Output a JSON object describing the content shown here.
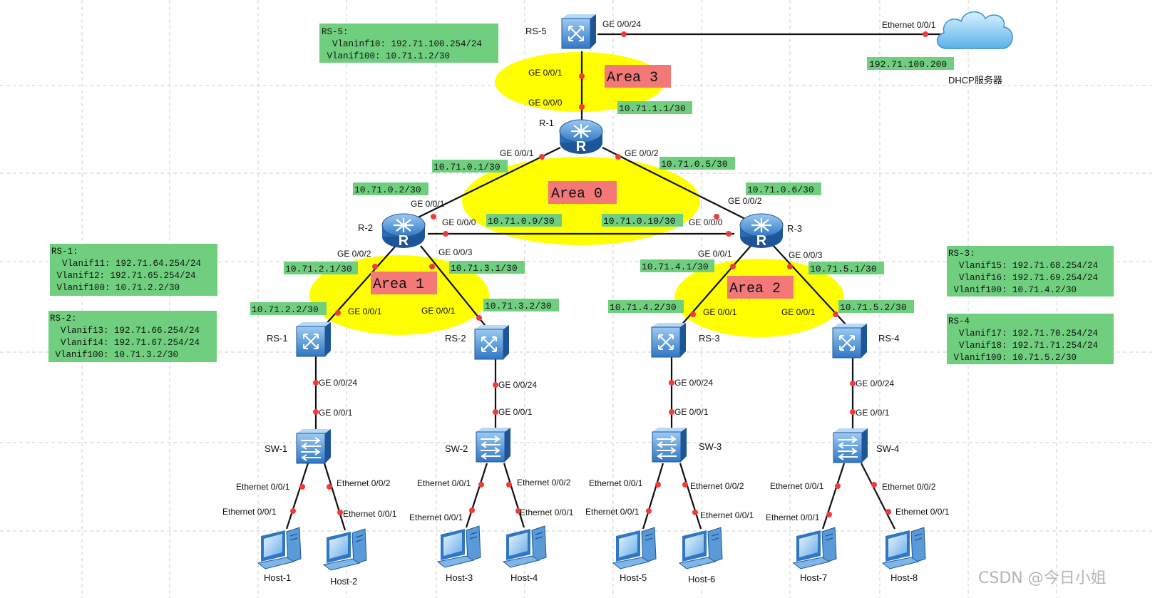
{
  "title": "",
  "devices": {
    "rs5": "RS-5",
    "r1": "R-1",
    "r2": "R-2",
    "r3": "R-3",
    "rs1": "RS-1",
    "rs2": "RS-2",
    "rs3": "RS-3",
    "rs4": "RS-4",
    "sw1": "SW-1",
    "sw2": "SW-2",
    "sw3": "SW-3",
    "sw4": "SW-4",
    "dhcp": "DHCP服务器",
    "hosts": [
      "Host-1",
      "Host-2",
      "Host-3",
      "Host-4",
      "Host-5",
      "Host-6",
      "Host-7",
      "Host-8"
    ]
  },
  "areas": [
    "Area 3",
    "Area 0",
    "Area 1",
    "Area 2"
  ],
  "ports": {
    "rs5_ge024": "GE 0/0/24",
    "cloud_eth": "Ethernet 0/0/1",
    "rs5_ge001": "GE 0/0/1",
    "r1_ge000": "GE 0/0/0",
    "r1_ge001": "GE 0/0/1",
    "r1_ge002": "GE 0/0/2",
    "r2_ge001": "GE 0/0/1",
    "r2_ge000": "GE 0/0/0",
    "r2_ge002": "GE 0/0/2",
    "r2_ge003": "GE 0/0/3",
    "r3_ge002": "GE 0/0/2",
    "r3_ge000": "GE 0/0/0",
    "r3_ge001": "GE 0/0/1",
    "r3_ge003": "GE 0/0/3",
    "rs1_ge001": "GE 0/0/1",
    "rs2_ge001": "GE 0/0/1",
    "rs3_ge001": "GE 0/0/1",
    "rs4_ge001": "GE 0/0/1",
    "rs1_ge024": "GE 0/0/24",
    "rs2_ge024": "GE 0/0/24",
    "rs3_ge024": "GE 0/0/24",
    "rs4_ge024": "GE 0/0/24",
    "sw1_ge001": "GE 0/0/1",
    "sw2_ge001": "GE 0/0/1",
    "sw3_ge001": "GE 0/0/1",
    "sw4_ge001": "GE 0/0/1",
    "sw1_e1": "Ethernet 0/0/1",
    "sw1_e2": "Ethernet 0/0/2",
    "sw2_e1": "Ethernet 0/0/1",
    "sw2_e2": "Ethernet 0/0/2",
    "sw3_e1": "Ethernet 0/0/1",
    "sw3_e2": "Ethernet 0/0/2",
    "sw4_e1": "Ethernet 0/0/1",
    "sw4_e2": "Ethernet 0/0/2",
    "h1_e": "Ethernet 0/0/1",
    "h2_e": "Ethernet 0/0/1",
    "h3_e": "Ethernet 0/0/1",
    "h4_e": "Ethernet 0/0/1",
    "h5_e": "Ethernet 0/0/1",
    "h6_e": "Ethernet 0/0/1",
    "h7_e": "Ethernet 0/0/1",
    "h8_e": "Ethernet 0/0/1"
  },
  "ips": {
    "dhcp": "192.71.100.200",
    "r1_rs5": "10.71.1.1/30",
    "r1_r2": "10.71.0.1/30",
    "r1_r3": "10.71.0.5/30",
    "r2_r1": "10.71.0.2/30",
    "r3_r1": "10.71.0.6/30",
    "r2_r3": "10.71.0.9/30",
    "r3_r2": "10.71.0.10/30",
    "r2_rs1": "10.71.2.1/30",
    "r2_rs2": "10.71.3.1/30",
    "r3_rs3": "10.71.4.1/30",
    "r3_rs4": "10.71.5.1/30",
    "rs1": "10.71.2.2/30",
    "rs2": "10.71.3.2/30",
    "rs3": "10.71.4.2/30",
    "rs4": "10.71.5.2/30"
  },
  "info": {
    "rs5": [
      "RS-5:",
      "  Vlaninf10: 192.71.100.254/24",
      " Vlanif100: 10.71.1.2/30"
    ],
    "rs1": [
      "RS-1:",
      "  Vlanif11: 192.71.64.254/24",
      " Vlanif12: 192.71.65.254/24",
      " Vlanif100: 10.71.2.2/30"
    ],
    "rs2": [
      "RS-2:",
      "  Vlanif13: 192.71.66.254/24",
      "  Vlanif14: 192.71.67.254/24",
      " Vlanif100: 10.71.3.2/30"
    ],
    "rs3": [
      "RS-3:",
      "  Vlanif15: 192.71.68.254/24",
      "  Vlanif16: 192.71.69.254/24",
      " Vlanif100: 10.71.4.2/30"
    ],
    "rs4": [
      "RS-4",
      "  Vlanif17: 192.71.70.254/24",
      "  Vlanif18: 192.71.71.254/24",
      " Vlanif100: 10.71.5.2/30"
    ]
  },
  "watermark": "CSDN @今日小姐",
  "colors": {
    "area": "#ffff00",
    "area_label_bg": "#f57878",
    "ip_label_bg": "#6fcf7f",
    "port_dot": "#ee3b3b",
    "device_blue": "#4a90d9"
  },
  "icons": {
    "router": "router-icon",
    "l3switch": "layer3-switch-icon",
    "switch": "switch-icon",
    "host": "host-pc-icon",
    "cloud": "cloud-icon"
  }
}
